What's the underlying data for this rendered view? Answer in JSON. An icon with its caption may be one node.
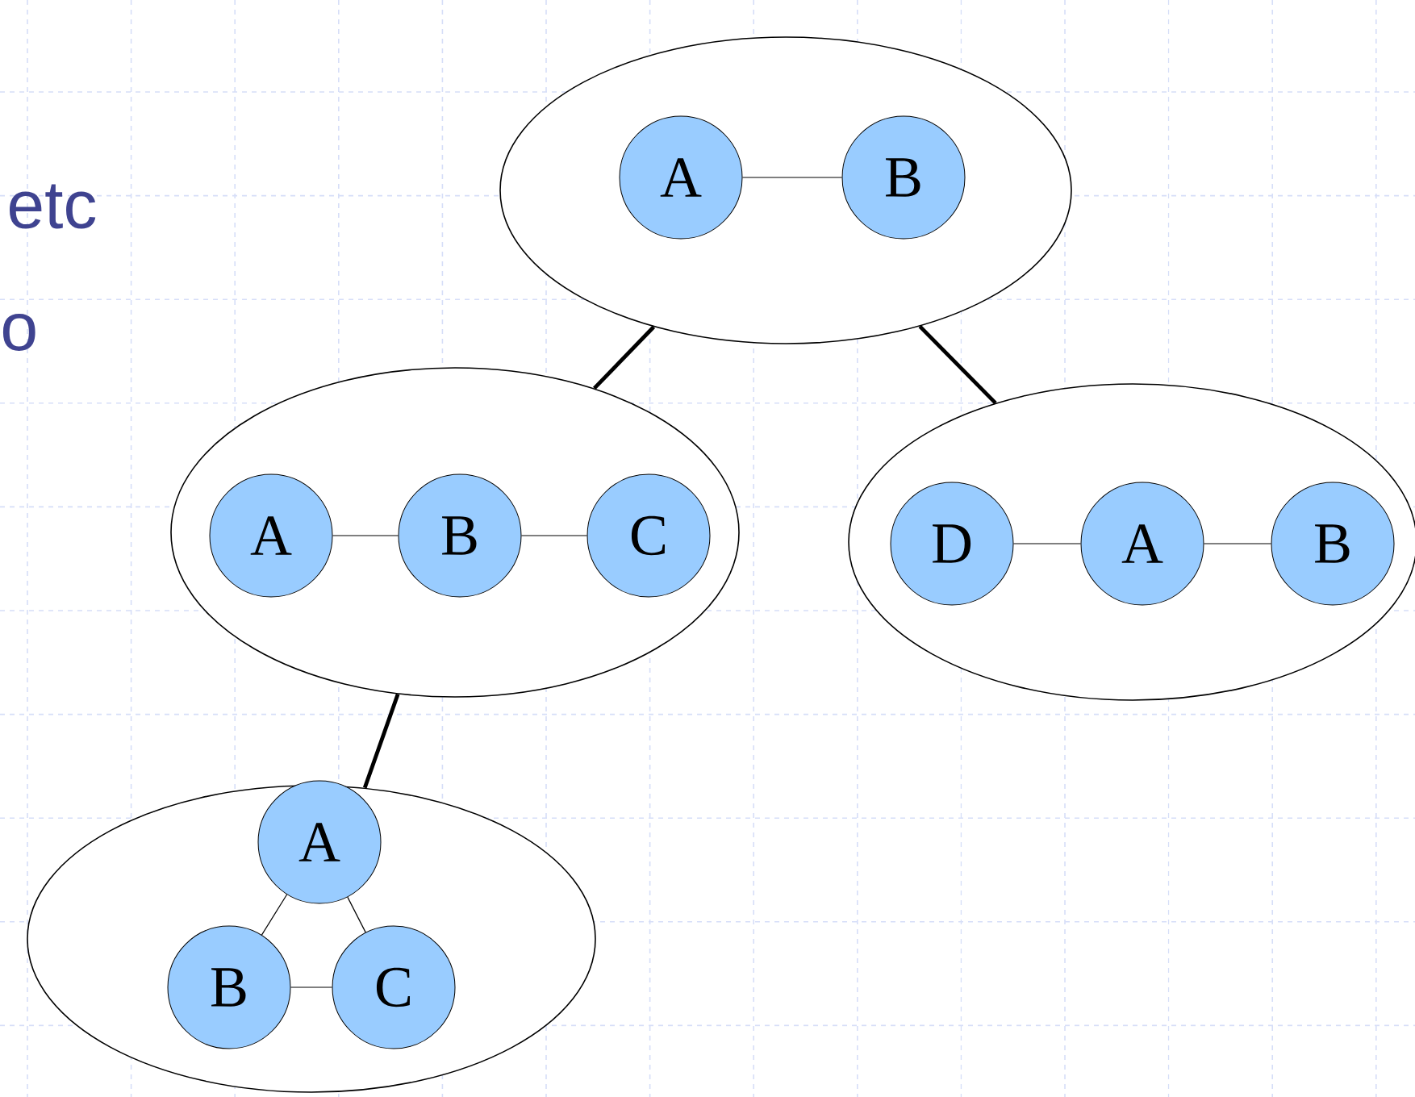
{
  "diagram": {
    "nodes": [
      {
        "text": [],
        "shape": "ellipse"
      },
      {
        "text": [
          "A"
        ],
        "in": 0
      },
      {
        "text": [
          "B"
        ],
        "in": 0
      },
      {
        "text": [],
        "shape": "ellipse"
      },
      {
        "text": [
          "A"
        ],
        "in": 3
      },
      {
        "text": [
          "B"
        ],
        "in": 3
      },
      {
        "text": [
          "C"
        ],
        "in": 3
      },
      {
        "text": [],
        "shape": "ellipse"
      },
      {
        "text": [
          "D"
        ],
        "in": 7
      },
      {
        "text": [
          "A"
        ],
        "in": 7
      },
      {
        "text": [
          "B"
        ],
        "in": 7
      },
      {
        "text": [],
        "shape": "ellipse"
      },
      {
        "text": [
          "A"
        ],
        "in": 11
      },
      {
        "text": [
          "B"
        ],
        "in": 11
      },
      {
        "text": [
          "C"
        ],
        "in": 11
      }
    ],
    "edges": [
      {
        "from": 1,
        "to": 2,
        "arrow": "none"
      },
      {
        "from": 0,
        "to": 3,
        "arrow": "none",
        "style": "thick"
      },
      {
        "from": 0,
        "to": 7,
        "arrow": "none",
        "style": "thick"
      },
      {
        "from": 4,
        "to": 5,
        "arrow": "none"
      },
      {
        "from": 5,
        "to": 6,
        "arrow": "none"
      },
      {
        "from": 8,
        "to": 9,
        "arrow": "none"
      },
      {
        "from": 9,
        "to": 10,
        "arrow": "none"
      },
      {
        "from": 3,
        "to": 11,
        "arrow": "none",
        "style": "thick"
      },
      {
        "from": 12,
        "to": 13,
        "arrow": "none"
      },
      {
        "from": 12,
        "to": 14,
        "arrow": "none"
      },
      {
        "from": 13,
        "to": 14,
        "arrow": "none"
      }
    ],
    "labels": [
      "etc",
      "o"
    ]
  }
}
